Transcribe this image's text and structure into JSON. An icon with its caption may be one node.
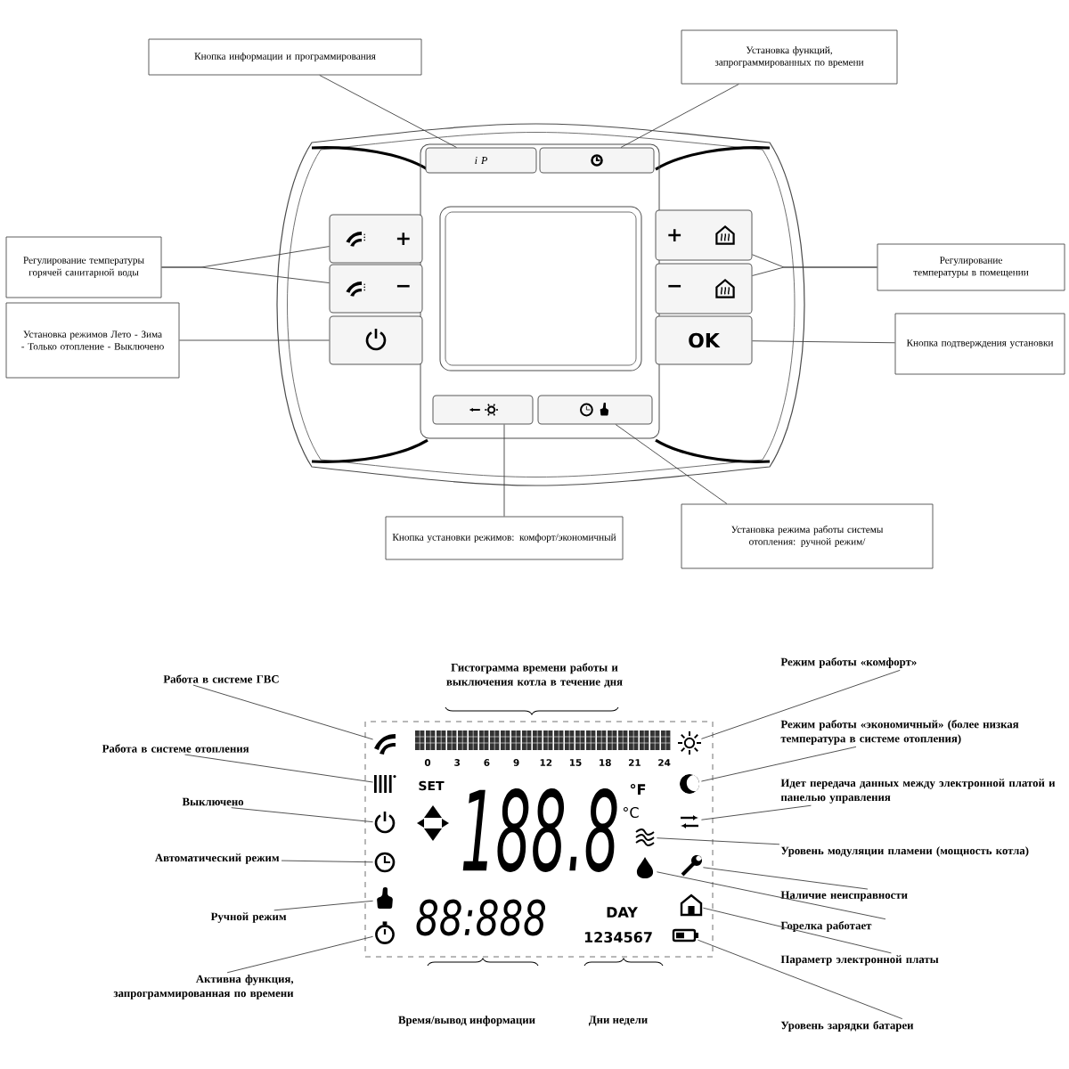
{
  "diagram": {
    "nodes": [
      {
        "text": [
          "Кнопка информации и программирования"
        ]
      },
      {
        "text": [
          "i P"
        ]
      },
      {
        "text": [
          "Установка функций, запрограммированных по времени"
        ]
      },
      {
        "text": [],
        "shape": "box"
      },
      {
        "text": [
          "Регулирование температуры горячей санитарной воды"
        ]
      },
      {
        "text": [
          "+"
        ]
      },
      {
        "text": [
          "−"
        ]
      },
      {
        "text": [
          "Установка режимов Лето - Зима - Только отопление - Выключено"
        ]
      },
      {
        "text": [],
        "shape": "box"
      },
      {
        "text": [
          "Регулирование температуры в помещении"
        ]
      },
      {
        "text": [
          "+"
        ]
      },
      {
        "text": [
          "−"
        ]
      },
      {
        "text": [
          "Кнопка подтверждения установки"
        ]
      },
      {
        "text": [
          "OK"
        ]
      },
      {
        "text": [
          "Кнопка установки режимов: комфорт/экономичный"
        ]
      },
      {
        "text": [],
        "shape": "box"
      },
      {
        "text": [
          "Установка режима работы системы отопления: ручной режим/"
        ]
      },
      {
        "text": [],
        "shape": "box"
      },
      {
        "text": [
          "Работа в системе ГВС"
        ]
      },
      {
        "text": [],
        "shape": "faucet"
      },
      {
        "text": [
          "Работа в системе отопления"
        ]
      },
      {
        "text": [],
        "shape": "radiator"
      },
      {
        "text": [
          "Выключено"
        ]
      },
      {
        "text": [],
        "shape": "power"
      },
      {
        "text": [
          "Автоматический режим"
        ]
      },
      {
        "text": [],
        "shape": "clock"
      },
      {
        "text": [
          "Ручной режим"
        ]
      },
      {
        "text": [],
        "shape": "hand"
      },
      {
        "text": [
          "Активна функция, запрограммированная по времени"
        ]
      },
      {
        "text": [],
        "shape": "timer"
      },
      {
        "text": [
          "Режим работы «комфорт»"
        ]
      },
      {
        "text": [],
        "shape": "sun"
      },
      {
        "text": [
          "Режим работы «экономичный» (более низкая температура в системе отопления)"
        ]
      },
      {
        "text": [],
        "shape": "moon"
      },
      {
        "text": [
          "Идет передача данных между электронной платой и панелью управления"
        ]
      },
      {
        "text": [],
        "shape": "arrows"
      },
      {
        "text": [
          "Уровень модуляции пламени (мощность котла)"
        ]
      },
      {
        "text": [],
        "shape": "waves"
      },
      {
        "text": [
          "Наличие неисправности"
        ]
      },
      {
        "text": [],
        "shape": "wrench"
      },
      {
        "text": [
          "Горелка работает"
        ]
      },
      {
        "text": [],
        "shape": "flame"
      },
      {
        "text": [
          "Параметр электронной платы"
        ]
      },
      {
        "text": [],
        "shape": "house"
      },
      {
        "text": [
          "Уровень зарядки батареи"
        ]
      },
      {
        "text": [],
        "shape": "battery"
      }
    ],
    "edges": [
      {
        "from": 0,
        "to": 1,
        "arrow": "none"
      },
      {
        "from": 2,
        "to": 3,
        "arrow": "none"
      },
      {
        "from": 4,
        "to": 5,
        "arrow": "none"
      },
      {
        "from": 4,
        "to": 6,
        "arrow": "none"
      },
      {
        "from": 7,
        "to": 8,
        "arrow": "none"
      },
      {
        "from": 9,
        "to": 10,
        "arrow": "none"
      },
      {
        "from": 9,
        "to": 11,
        "arrow": "none"
      },
      {
        "from": 12,
        "to": 13,
        "arrow": "none"
      },
      {
        "from": 14,
        "to": 15,
        "arrow": "none"
      },
      {
        "from": 16,
        "to": 17,
        "arrow": "none"
      },
      {
        "from": 18,
        "to": 19,
        "arrow": "none"
      },
      {
        "from": 20,
        "to": 21,
        "arrow": "none"
      },
      {
        "from": 22,
        "to": 23,
        "arrow": "none"
      },
      {
        "from": 24,
        "to": 25,
        "arrow": "none"
      },
      {
        "from": 26,
        "to": 27,
        "arrow": "none"
      },
      {
        "from": 28,
        "to": 29,
        "arrow": "none"
      },
      {
        "from": 30,
        "to": 31,
        "arrow": "none"
      },
      {
        "from": 32,
        "to": 33,
        "arrow": "none"
      },
      {
        "from": 34,
        "to": 35,
        "arrow": "none"
      },
      {
        "from": 36,
        "to": 37,
        "arrow": "none"
      },
      {
        "from": 38,
        "to": 39,
        "arrow": "none"
      },
      {
        "from": 40,
        "to": 41,
        "arrow": "none"
      },
      {
        "from": 42,
        "to": 43,
        "arrow": "none"
      },
      {
        "from": 44,
        "to": 45,
        "arrow": "none"
      }
    ],
    "labels": [
      "Гистограмма времени работы и выключения котла в течение дня",
      "0",
      "3",
      "6",
      "9",
      "12",
      "15",
      "18",
      "21",
      "24",
      "SET",
      "188.8",
      "°F",
      "°C",
      "88:888",
      "DAY",
      "1234567",
      "Время/вывод информации",
      "Дни недели"
    ]
  }
}
